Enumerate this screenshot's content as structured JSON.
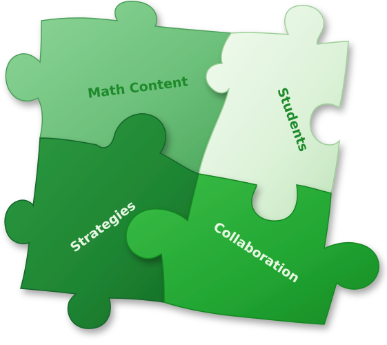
{
  "pieces": {
    "math_content": {
      "label": "Math Content",
      "fill": "#6dc17b",
      "label_color": "#1e8a2b"
    },
    "students": {
      "label": "Students",
      "fill": "#d9f2d6",
      "label_color": "#1e8a2b"
    },
    "strategies": {
      "label": "Strategies",
      "fill": "#1f8a35",
      "label_color": "#e8f7e3"
    },
    "collaboration": {
      "label": "Collaboration",
      "fill": "#22a832",
      "label_color": "#e8f7e3"
    }
  }
}
